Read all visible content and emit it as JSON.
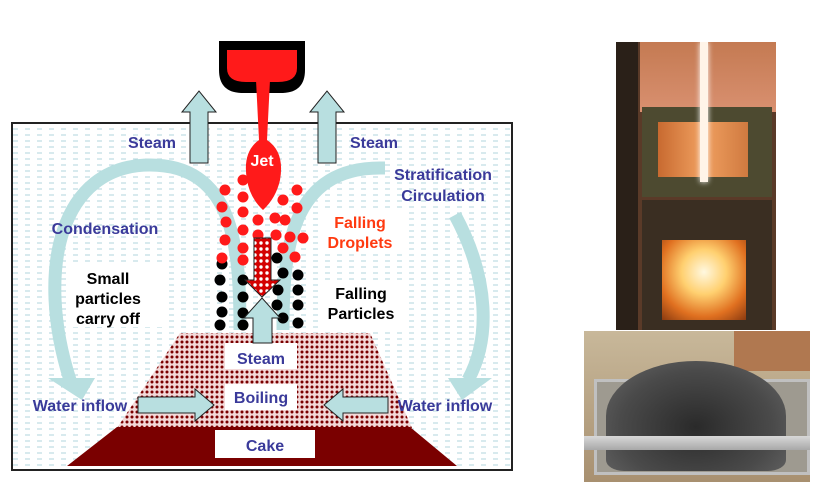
{
  "diagram": {
    "labels": {
      "jet": "Jet",
      "steam_left": "Steam",
      "steam_right": "Steam",
      "stratification": "Stratification",
      "circulation": "Circulation",
      "condensation": "Condensation",
      "falling_droplets_1": "Falling",
      "falling_droplets_2": "Droplets",
      "small_particles_1": "Small",
      "small_particles_2": "particles",
      "small_particles_3": "carry off",
      "falling_particles_1": "Falling",
      "falling_particles_2": "Particles",
      "steam_center": "Steam",
      "boiling": "Boiling",
      "cake": "Cake",
      "water_inflow_left": "Water inflow",
      "water_inflow_right": "Water inflow"
    },
    "colors": {
      "label_blue": "#3a3a9a",
      "droplet_red": "#ff1a1a",
      "arrow_fill": "#b8dfe0",
      "cake": "#7a0000",
      "water_dash": "#b0d4dc"
    }
  },
  "photos": {
    "top": "furnace-jet-photo",
    "bottom": "debris-pile-photo"
  }
}
